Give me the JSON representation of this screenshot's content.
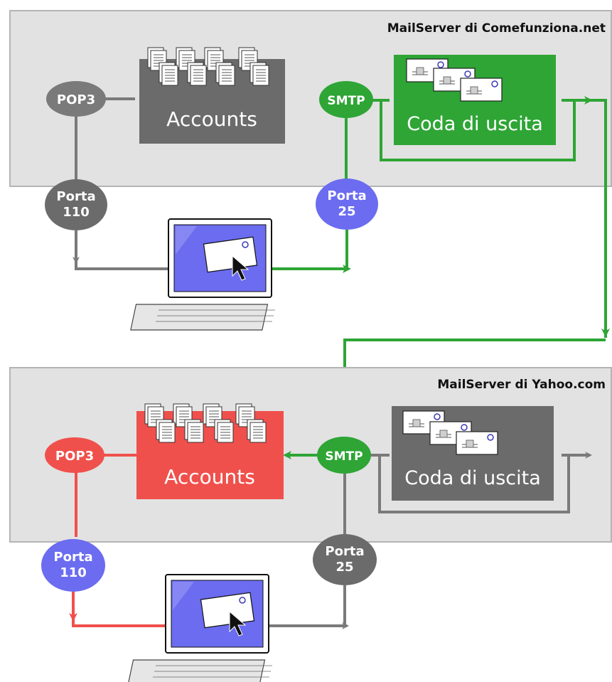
{
  "colors": {
    "panel_fill": "#e2e2e2",
    "panel_border": "#b4b4b4",
    "gray": "#7a7a7a",
    "dark_gray": "#6b6b6b",
    "green": "#2ea535",
    "red": "#f0504c",
    "blue": "#6b6cf0",
    "monitor_screen": "#6b6cf0"
  },
  "servers": [
    {
      "title": "MailServer di Comefunziona.net",
      "pop3_label": "POP3",
      "smtp_label": "SMTP",
      "accounts_label": "Accounts",
      "queue_label": "Coda di uscita",
      "pop_port": {
        "line1": "Porta",
        "line2": "110"
      },
      "smtp_port": {
        "line1": "Porta",
        "line2": "25"
      }
    },
    {
      "title": "MailServer di Yahoo.com",
      "pop3_label": "POP3",
      "smtp_label": "SMTP",
      "accounts_label": "Accounts",
      "queue_label": "Coda di uscita",
      "pop_port": {
        "line1": "Porta",
        "line2": "110"
      },
      "smtp_port": {
        "line1": "Porta",
        "line2": "25"
      }
    }
  ],
  "icons": {
    "documents": "documents-icon",
    "envelopes": "envelope-icon",
    "computer": "computer-icon",
    "cursor": "cursor-icon"
  }
}
